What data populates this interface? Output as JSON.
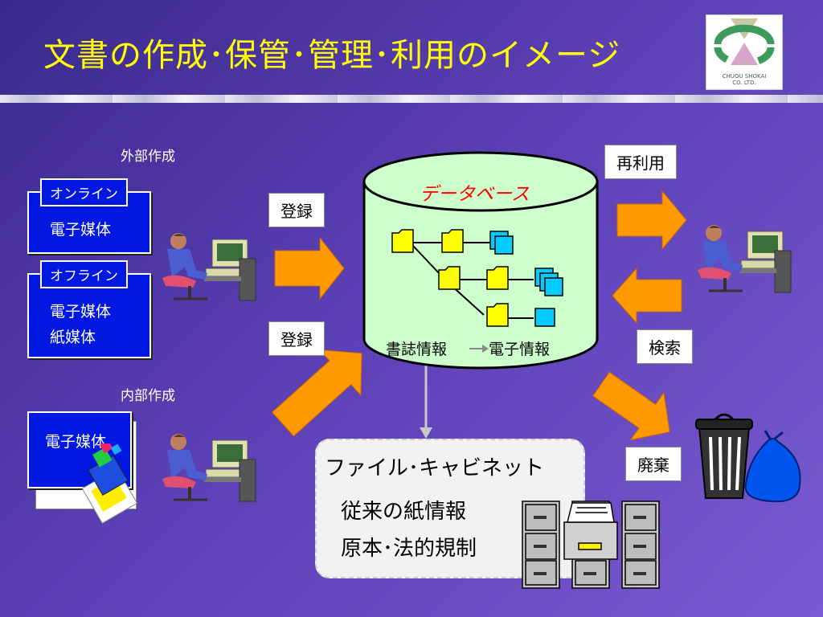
{
  "title": "文書の作成･保管･管理･利用のイメージ",
  "logo": {
    "line1": "CHUOU SHOKAI",
    "line2": "CO. LTD."
  },
  "left": {
    "external_label": "外部作成",
    "internal_label": "内部作成",
    "online_tab": "オンライン",
    "online_text": "電子媒体",
    "offline_tab": "オフライン",
    "offline_text1": "電子媒体",
    "offline_text2": "紙媒体",
    "internal_text": "電子媒体"
  },
  "buttons": {
    "register1": "登録",
    "register2": "登録",
    "reuse": "再利用",
    "search": "検索",
    "dispose": "廃棄"
  },
  "database": {
    "title": "データベース",
    "biblio": "書誌情報",
    "electronic": "電子情報"
  },
  "cabinet": {
    "title": "ファイル･キャビネット",
    "line1": "従来の紙情報",
    "line2": "原本･法的規制"
  },
  "colors": {
    "title": "#ffff00",
    "arrow": "#ff9900",
    "db_fill": "#ccffcc",
    "media_box": "#0018e0",
    "db_title": "#ff0000"
  }
}
